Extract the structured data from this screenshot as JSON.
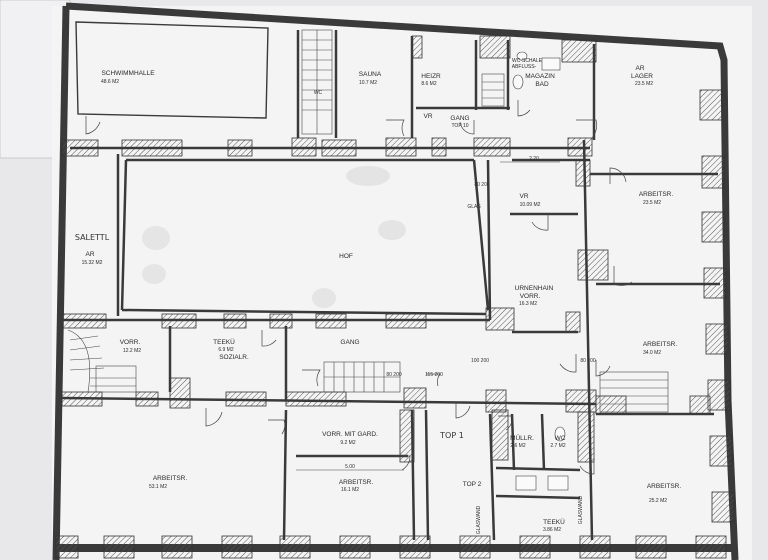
{
  "plan": {
    "rooms": {
      "schwimmhalle": {
        "name": "SCHWIMMHALLE",
        "area": "48.6 M2"
      },
      "wc_top": {
        "name": "WC"
      },
      "sauna": {
        "name": "SAUNA",
        "area": "10.7 M2"
      },
      "heizr": {
        "name": "HEIZR",
        "area": "8.6 M2"
      },
      "wc_schale": {
        "name": "WC-SCHALE",
        "sub": "ABFLUSS-"
      },
      "magazin": {
        "name": "MAGAZIN",
        "sub": "BAD"
      },
      "lager": {
        "name": "AR",
        "sub": "LAGER",
        "area": "23.5 M2"
      },
      "gang_top": {
        "name": "GANG",
        "sub": "TOP 10"
      },
      "vr_top": {
        "name": "VR"
      },
      "saletl": {
        "name": "SALETTL",
        "sub": "AR",
        "area": "15.32 M2"
      },
      "hof": {
        "name": "HOF"
      },
      "vr_mid": {
        "name": "VR",
        "area": "10.09 M2"
      },
      "arbeitsr_1": {
        "name": "ARBEITSR.",
        "area": "23.5 M2"
      },
      "urnenhain": {
        "name": "URNENHAIN",
        "sub": "VORR.",
        "area": "16.3 M2"
      },
      "arbeitsr_2": {
        "name": "ARBEITSR.",
        "area": "34.0 M2"
      },
      "vorr": {
        "name": "VORR.",
        "area": "12.2 M2"
      },
      "teeku": {
        "name": "TEEKÜ",
        "area": "6.9 M2",
        "sub": "SOZIALR."
      },
      "gang_mid": {
        "name": "GANG"
      },
      "arbeitsr_big": {
        "name": "ARBEITSR.",
        "area": "53.1 M2"
      },
      "vorr_gard": {
        "name": "VORR. MIT GARD.",
        "area": "9.2 M2"
      },
      "arbeitsr_3": {
        "name": "ARBEITSR.",
        "area": "16.1 M2"
      },
      "top": {
        "name": "TOP 1"
      },
      "top_2": {
        "name": "TOP 2"
      },
      "muellr": {
        "name": "MÜLLR.",
        "area": "2.6 M2"
      },
      "wc_bot": {
        "name": "WC",
        "area": "2.7 M2"
      },
      "teeku_bot": {
        "name": "TEEKÜ",
        "area": "3.86 M2"
      },
      "arbeitsr_4": {
        "name": "ARBEITSR.",
        "area": "25.2 M2"
      }
    },
    "dimensions": {
      "d1": "2.20",
      "d2": "80 200",
      "d3": "5.00",
      "d4": "100 200",
      "d5": "80 200",
      "d6": "115 200",
      "d7": "80 200"
    },
    "notes": {
      "glas": "GLAS",
      "glaswand": "GLASWAND"
    }
  }
}
